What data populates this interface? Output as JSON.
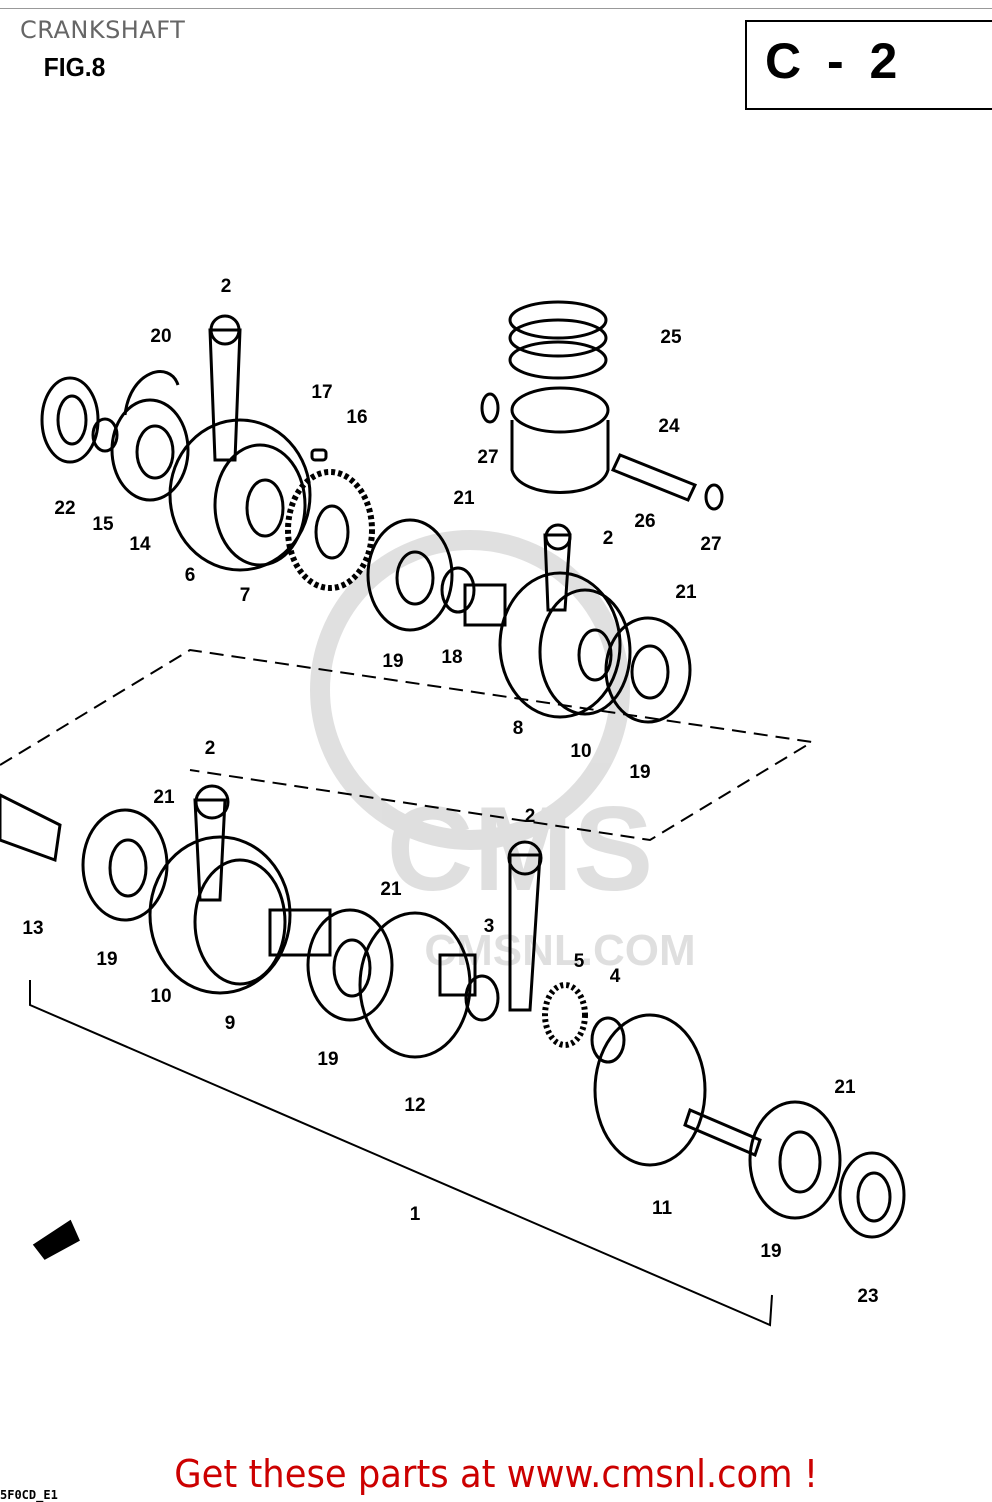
{
  "header": {
    "title": "CRANKSHAFT",
    "figure": "FIG.8",
    "code": "C - 2"
  },
  "diagram": {
    "callouts": [
      "2",
      "20",
      "17",
      "16",
      "22",
      "15",
      "14",
      "6",
      "7",
      "25",
      "24",
      "27",
      "21",
      "26",
      "27",
      "2",
      "21",
      "19",
      "18",
      "8",
      "10",
      "19",
      "2",
      "21",
      "13",
      "19",
      "10",
      "9",
      "2",
      "21",
      "3",
      "5",
      "4",
      "19",
      "12",
      "21",
      "11",
      "1",
      "19",
      "23"
    ],
    "watermark": "CMS",
    "watermark_sub": "CMSNL.COM"
  },
  "footer": {
    "promo": "Get these parts at www.cmsnl.com !",
    "code": "5F0CD_E1"
  }
}
